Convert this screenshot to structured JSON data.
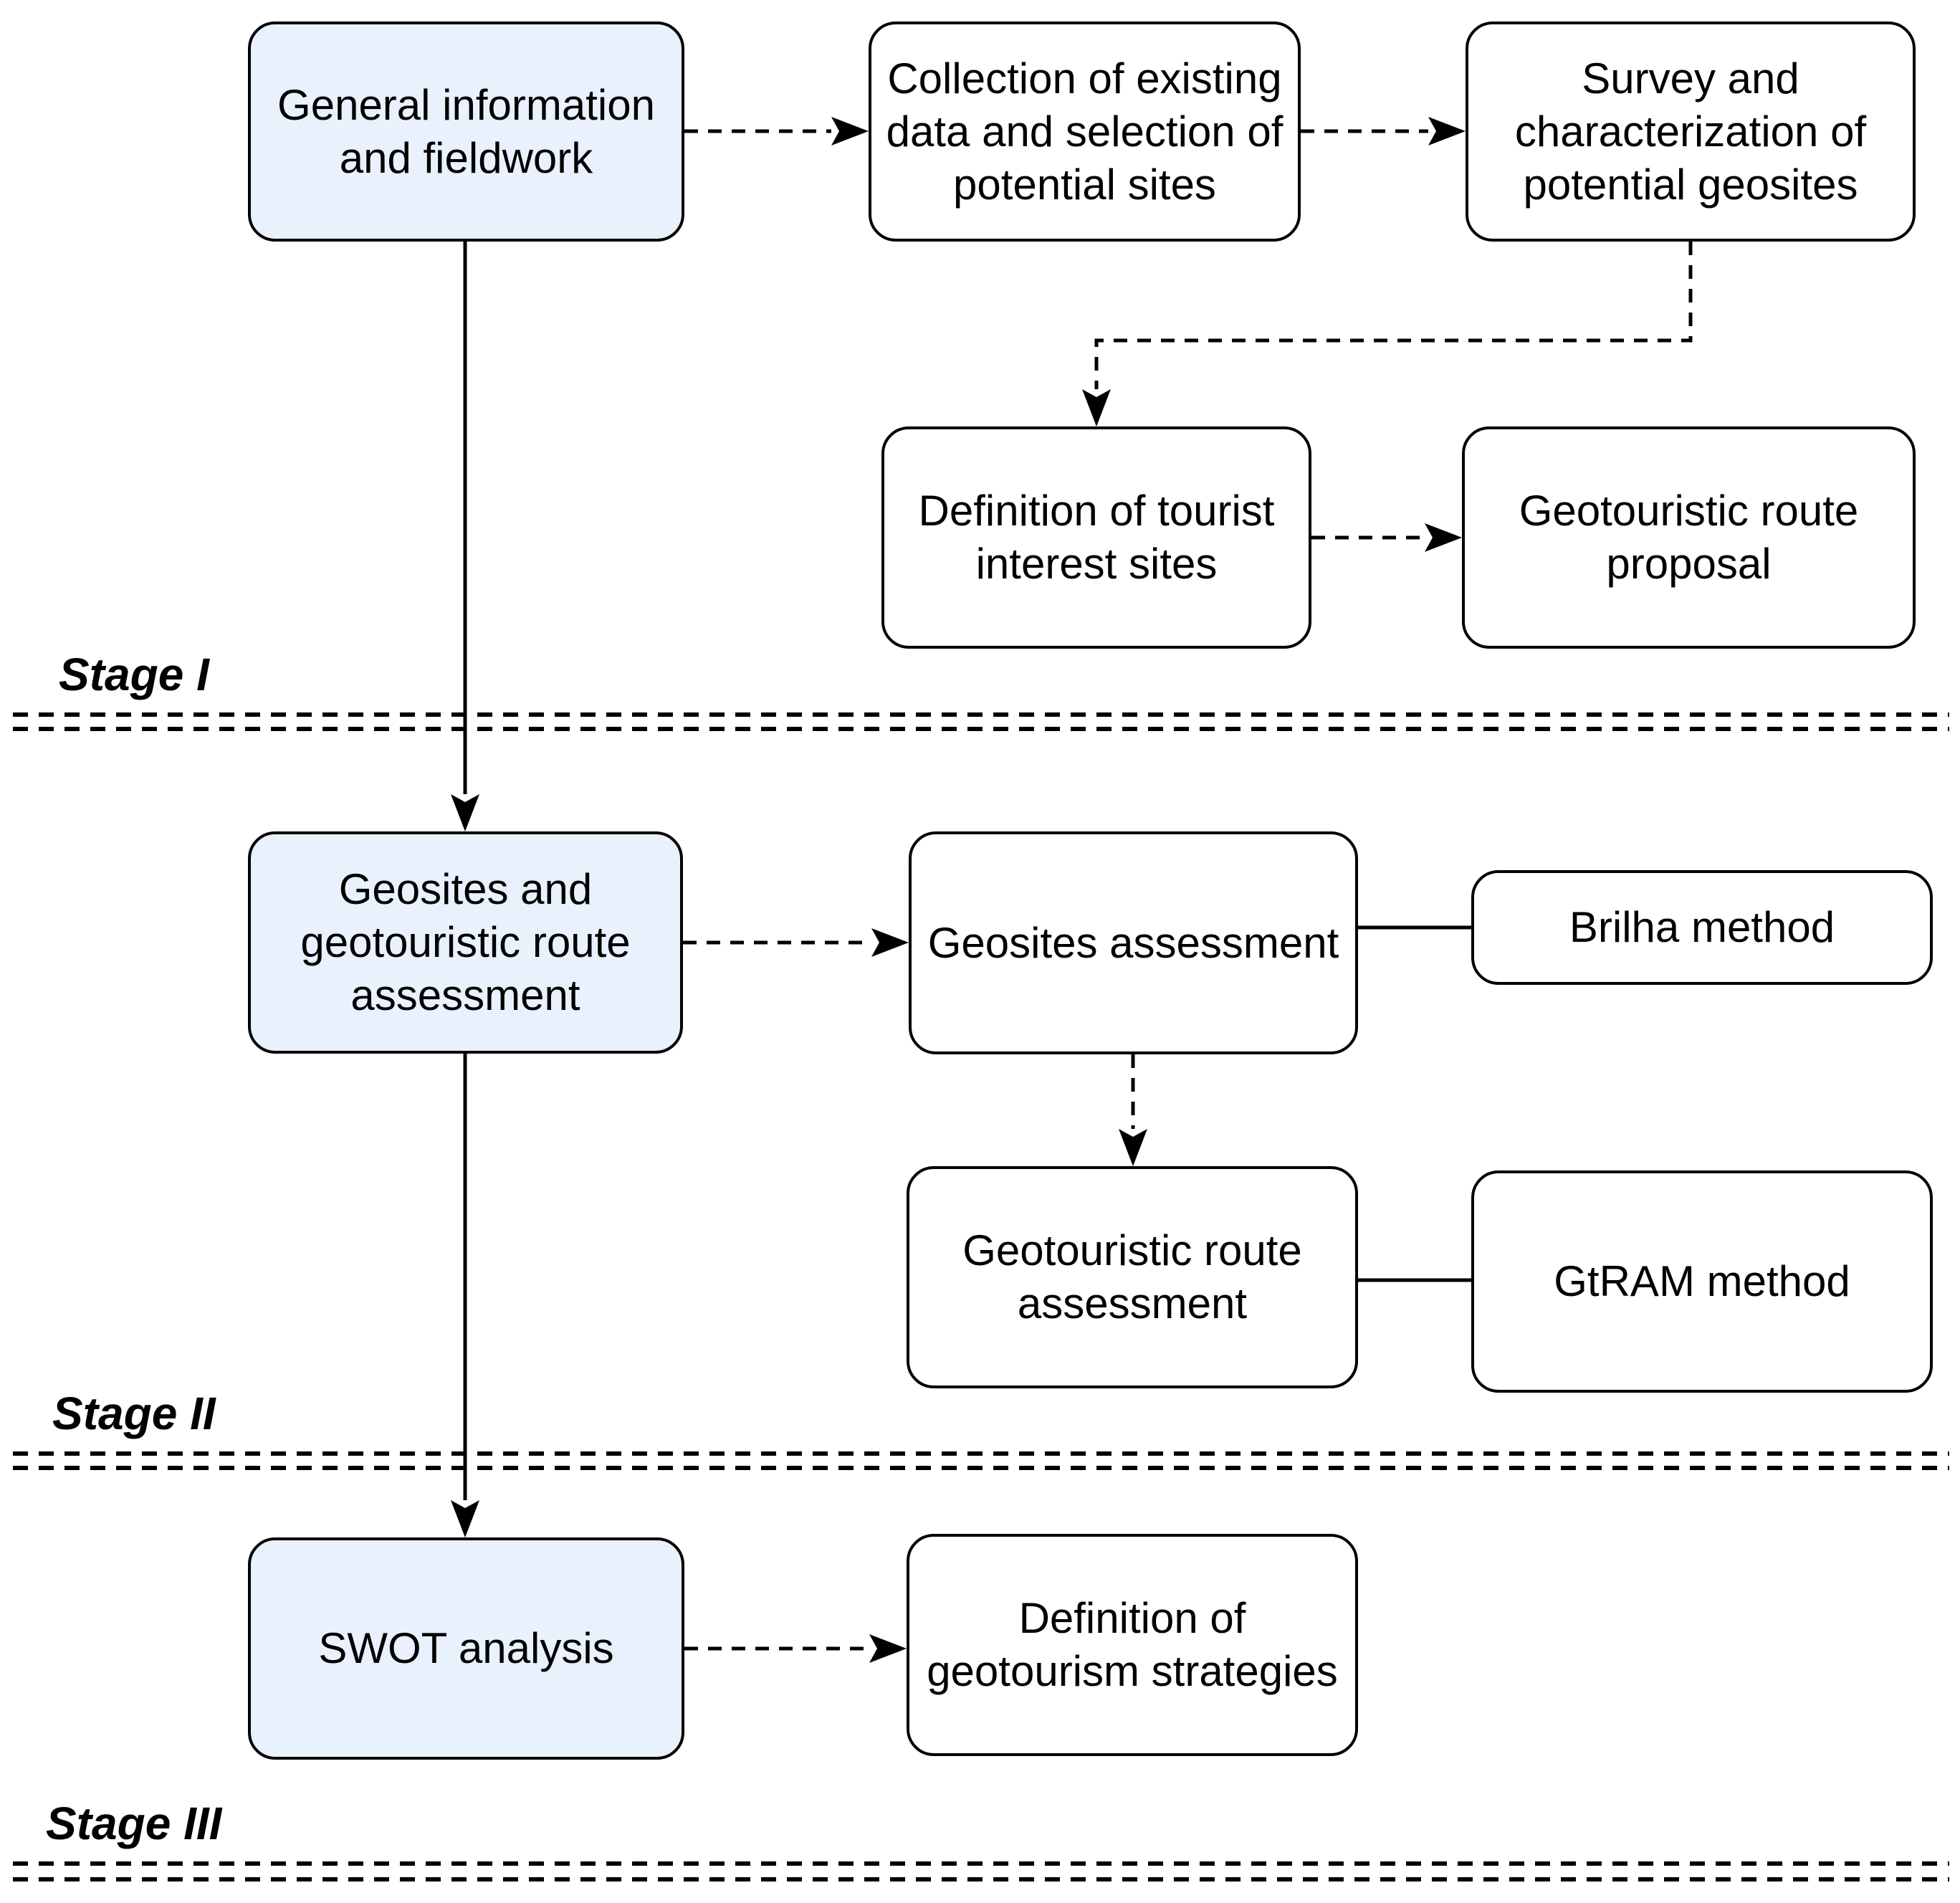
{
  "diagram": {
    "colors": {
      "background": "#ffffff",
      "node_fill": "#ffffff",
      "highlight_fill": "#e9f1fc",
      "stroke": "#000000"
    },
    "stages": [
      {
        "label": "Stage I"
      },
      {
        "label": "Stage II"
      },
      {
        "label": "Stage III"
      }
    ],
    "nodes": [
      {
        "id": "general-information",
        "highlighted": true,
        "lines": [
          "General information",
          "and fieldwork"
        ]
      },
      {
        "id": "collection-existing-data",
        "highlighted": false,
        "lines": [
          "Collection of existing",
          "data and selection of",
          "potential sites"
        ]
      },
      {
        "id": "survey-characterization",
        "highlighted": false,
        "lines": [
          "Survey and",
          "characterization of",
          "potential geosites"
        ]
      },
      {
        "id": "definition-tourist-sites",
        "highlighted": false,
        "lines": [
          "Definition of tourist",
          "interest sites"
        ]
      },
      {
        "id": "geotouristic-route-proposal",
        "highlighted": false,
        "lines": [
          "Geotouristic route",
          "proposal"
        ]
      },
      {
        "id": "geosites-route-assessment",
        "highlighted": true,
        "lines": [
          "Geosites and",
          "geotouristic route",
          "assessment"
        ]
      },
      {
        "id": "geosites-assessment",
        "highlighted": false,
        "lines": [
          "Geosites assessment"
        ]
      },
      {
        "id": "brilha-method",
        "highlighted": false,
        "lines": [
          "Brilha method"
        ]
      },
      {
        "id": "geotouristic-route-assessment",
        "highlighted": false,
        "lines": [
          "Geotouristic route",
          "assessment"
        ]
      },
      {
        "id": "gtram-method",
        "highlighted": false,
        "lines": [
          "GtRAM method"
        ]
      },
      {
        "id": "swot-analysis",
        "highlighted": true,
        "lines": [
          "SWOT analysis"
        ]
      },
      {
        "id": "definition-geotourism-strategies",
        "highlighted": false,
        "lines": [
          "Definition of",
          "geotourism strategies"
        ]
      }
    ]
  }
}
